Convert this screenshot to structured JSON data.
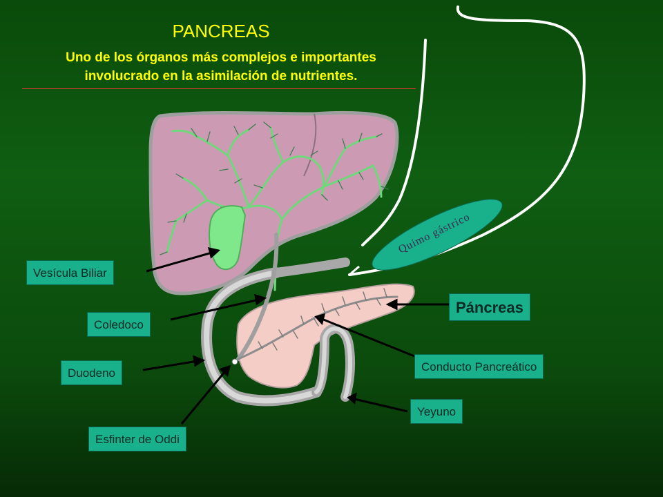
{
  "header": {
    "title": "PANCREAS",
    "subtitle_line1": "Uno de los órganos más complejos e importantes",
    "subtitle_line2": "involucrado en la asimilación de nutrientes."
  },
  "labels": {
    "vesicula": "Vesícula Biliar",
    "coledoco": "Coledoco",
    "duodeno": "Duodeno",
    "esfinter": "Esfinter de Oddi",
    "pancreas": "Páncreas",
    "conducto": "Conducto Pancreático",
    "yeyuno": "Yeyuno",
    "quimo": "Quimo gástrico"
  },
  "colors": {
    "background": "#0f5e12",
    "title": "#ffff00",
    "label_box": "#19b08c",
    "liver": "#cc9bb3",
    "gallbladder": "#7ee88a",
    "ducts": "#6fd87a",
    "pancreas": "#f4cec6"
  }
}
